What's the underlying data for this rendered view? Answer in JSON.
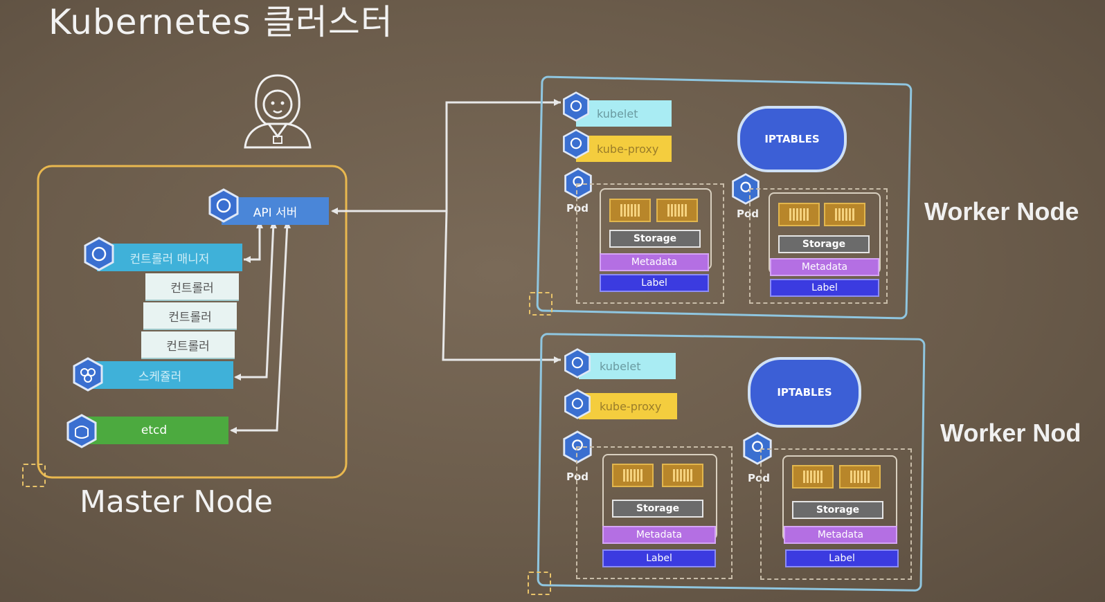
{
  "title": "Kubernetes 클러스터",
  "master": {
    "caption": "Master Node",
    "api_server": "API 서버",
    "controller_manager": "컨트롤러 매니저",
    "controllers": [
      "컨트롤러",
      "컨트롤러",
      "컨트롤러"
    ],
    "scheduler": "스케쥴러",
    "etcd": "etcd"
  },
  "workers": [
    {
      "caption": "Worker Node",
      "kubelet": "kubelet",
      "kube_proxy": "kube-proxy",
      "iptables": "IPTABLES",
      "pods": [
        {
          "label": "Pod",
          "storage": "Storage",
          "metadata": "Metadata",
          "tag": "Label"
        },
        {
          "label": "Pod",
          "storage": "Storage",
          "metadata": "Metadata",
          "tag": "Label"
        }
      ]
    },
    {
      "caption": "Worker Nod",
      "kubelet": "kubelet",
      "kube_proxy": "kube-proxy",
      "iptables": "IPTABLES",
      "pods": [
        {
          "label": "Pod",
          "storage": "Storage",
          "metadata": "Metadata",
          "tag": "Label"
        },
        {
          "label": "Pod",
          "storage": "Storage",
          "metadata": "Metadata",
          "tag": "Label"
        }
      ]
    }
  ],
  "icons": {
    "user": "user-icon",
    "api_server": "api-server-icon",
    "controller_manager": "controller-manager-icon",
    "scheduler": "scheduler-icon",
    "etcd": "etcd-icon",
    "kubelet": "kubelet-icon",
    "kube_proxy": "kube-proxy-icon",
    "pod": "pod-icon",
    "chip": "chip-icon"
  },
  "colors": {
    "master_border": "#e9b84f",
    "worker_border": "#8fc6e0",
    "api_server": "#4a86d8",
    "controller_manager": "#3fb1d9",
    "scheduler": "#3fb1d9",
    "etcd": "#4caa3f",
    "kubelet": "#a9ecf3",
    "kube_proxy": "#f4cd3e",
    "iptables": "#3c5fd6",
    "metadata": "#b46fe3",
    "label": "#3b3be0"
  }
}
